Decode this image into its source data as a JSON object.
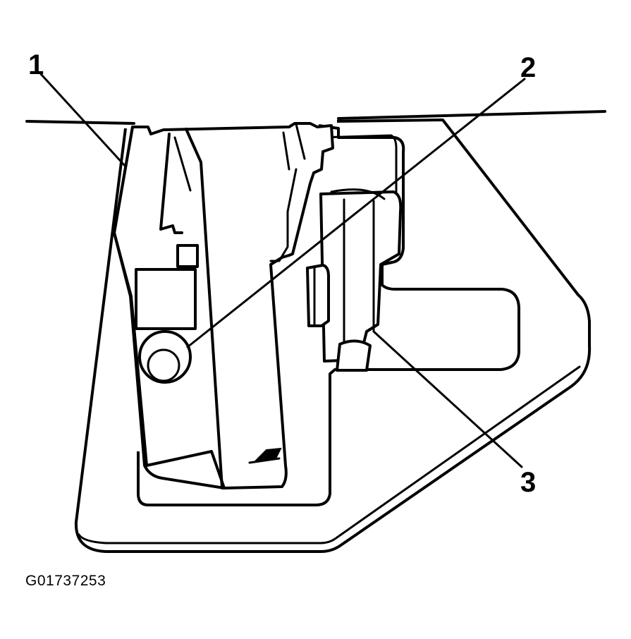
{
  "diagram": {
    "callouts": [
      {
        "id": "1",
        "label": "1"
      },
      {
        "id": "2",
        "label": "2"
      },
      {
        "id": "3",
        "label": "3"
      }
    ],
    "figure_id": "G01737253"
  }
}
